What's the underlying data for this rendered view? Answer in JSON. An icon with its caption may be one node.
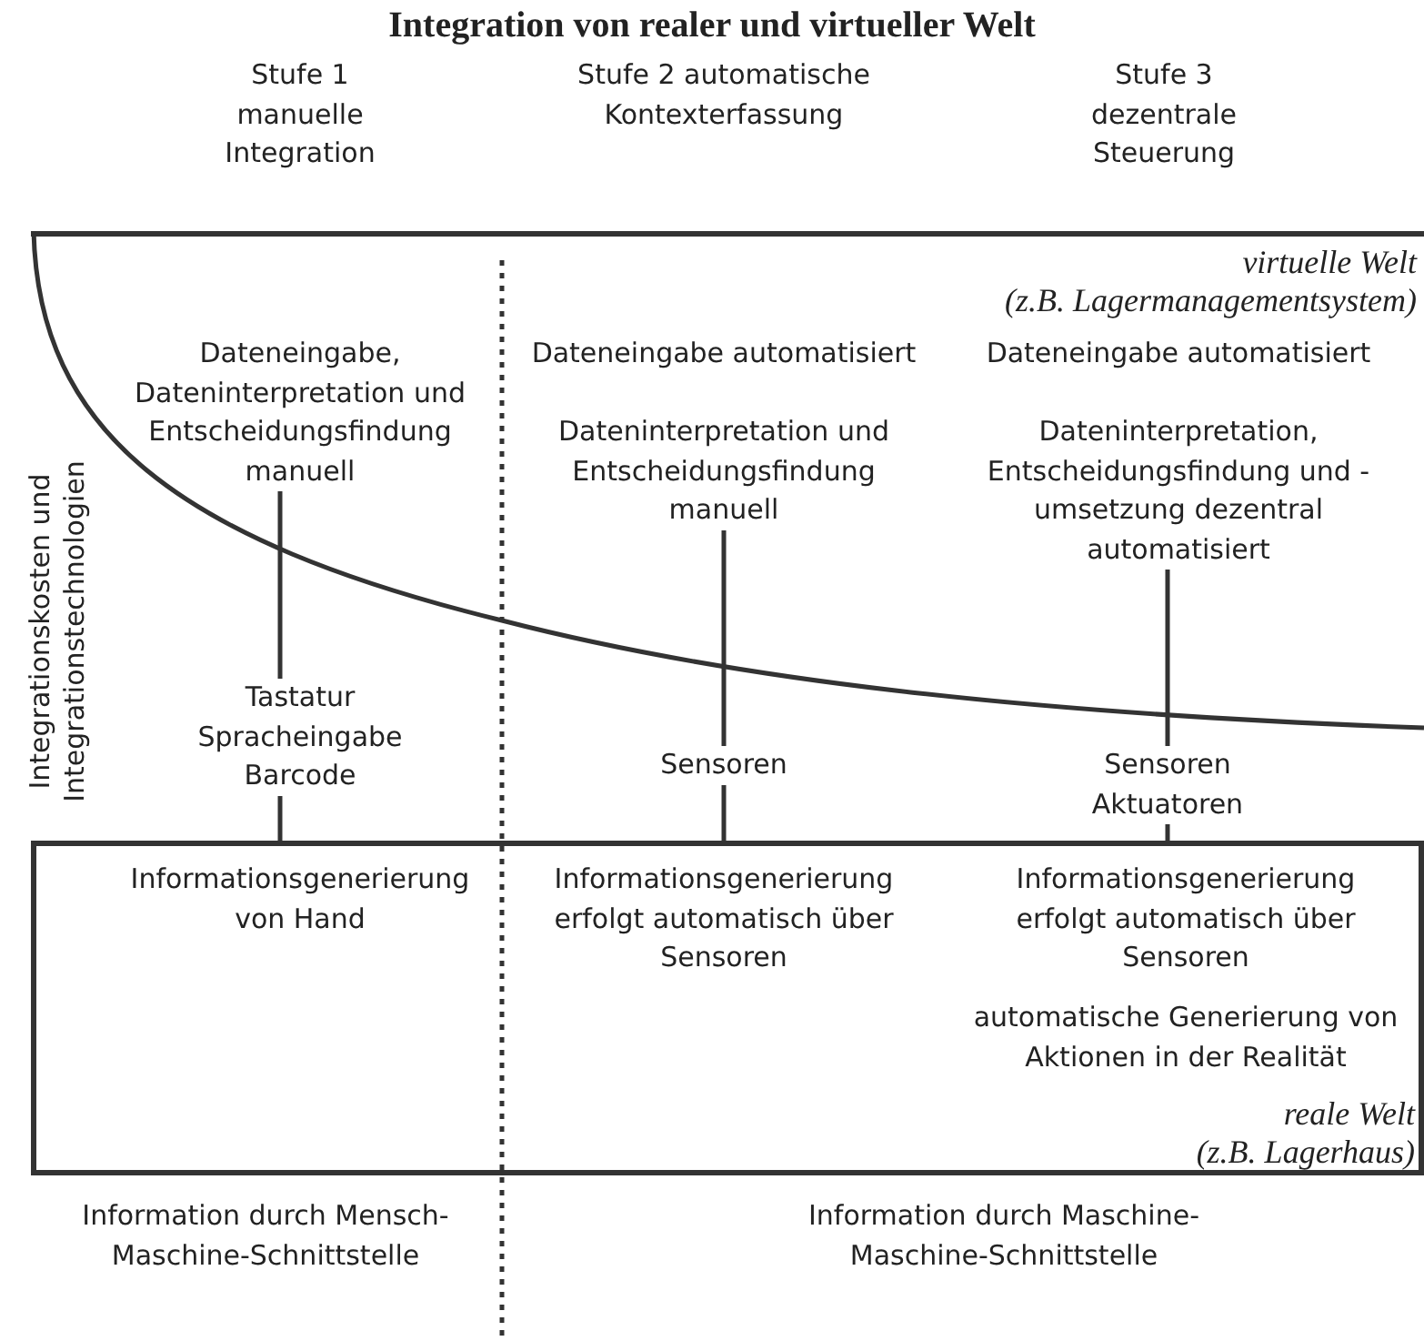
{
  "diagram": {
    "title": "Integration von realer und virtueller Welt",
    "nodes": [
      {
        "text": [
          "virtuelle Welt",
          "(z.B. Lagermanagementsystem)",
          "Dateneingabe automatisiert",
          "Dateneingabe automatisiert"
        ]
      },
      {
        "text": [
          "Dateneingabe, Dateninterpretation und Entscheidungsfindung manuell"
        ],
        "in": 0
      },
      {
        "text": [
          "Dateninterpretation und Entscheidungsfindung manuell"
        ],
        "in": 0
      },
      {
        "text": [
          "Dateninterpretation, Entscheidungsfindung und -umsetzung dezentral automatisiert"
        ],
        "in": 0
      },
      {
        "text": [
          "Tastatur Spracheingabe Barcode"
        ]
      },
      {
        "text": [
          "Sensoren"
        ]
      },
      {
        "text": [
          "Sensoren Aktuatoren"
        ]
      },
      {
        "text": [
          "Informationsgenerierung von Hand",
          "Informationsgenerierung erfolgt automatisch über Sensoren",
          "Informationsgenerierung erfolgt automatisch über Sensoren",
          "automatische Generierung von Aktionen in der Realität",
          "reale Welt",
          "(z.B. Lagerhaus)"
        ]
      }
    ],
    "edges": [
      {
        "from": 1,
        "to": 4,
        "arrow": "none"
      },
      {
        "from": 2,
        "to": 5,
        "arrow": "none"
      },
      {
        "from": 3,
        "to": 6,
        "arrow": "none"
      },
      {
        "from": 4,
        "to": 7,
        "arrow": "none"
      },
      {
        "from": 5,
        "to": 7,
        "arrow": "none"
      },
      {
        "from": 6,
        "to": 7,
        "arrow": "none"
      }
    ],
    "labels": [
      "Stufe 1 manuelle Integration",
      "Stufe 2 automatische Kontexterfassung",
      "Stufe 3 dezentrale Steuerung",
      "Integrationskosten und Integrationstechnologien",
      "Information durch Mensch-Maschine-Schnittstelle",
      "Information durch Maschine-Maschine-Schnittstelle"
    ]
  }
}
